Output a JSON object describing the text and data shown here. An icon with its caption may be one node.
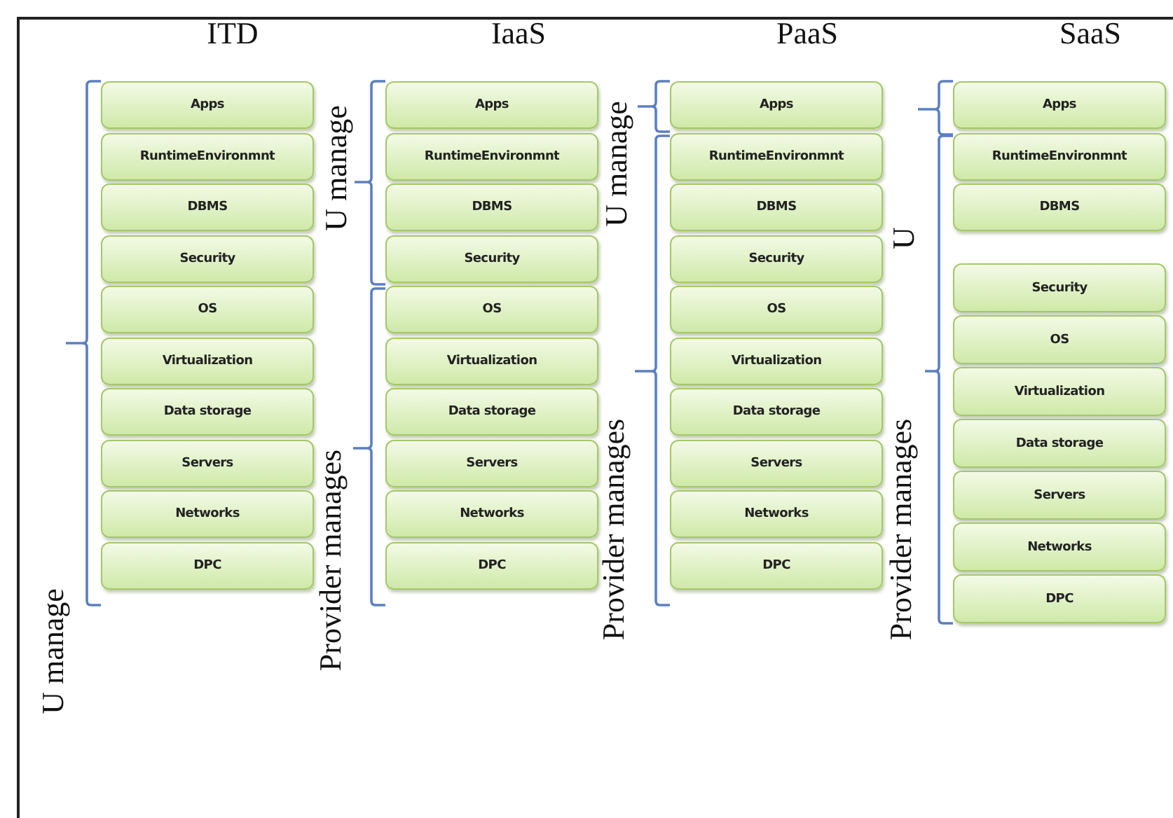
{
  "diagram": {
    "nodes": [
      {
        "text": [
          "Apps"
        ]
      },
      {
        "text": [
          "RuntimeEnvironmnt"
        ]
      },
      {
        "text": [
          "DBMS"
        ]
      },
      {
        "text": [
          "Security"
        ]
      },
      {
        "text": [
          "OS"
        ]
      },
      {
        "text": [
          "Virtualization"
        ]
      },
      {
        "text": [
          "Data storage"
        ]
      },
      {
        "text": [
          "Servers"
        ]
      },
      {
        "text": [
          "Networks"
        ]
      },
      {
        "text": [
          "DPC"
        ]
      },
      {
        "text": [
          "Apps"
        ]
      },
      {
        "text": [
          "RuntimeEnvironmnt"
        ]
      },
      {
        "text": [
          "DBMS"
        ]
      },
      {
        "text": [
          "Security"
        ]
      },
      {
        "text": [
          "OS"
        ]
      },
      {
        "text": [
          "Virtualization"
        ]
      },
      {
        "text": [
          "Data storage"
        ]
      },
      {
        "text": [
          "Servers"
        ]
      },
      {
        "text": [
          "Networks"
        ]
      },
      {
        "text": [
          "DPC"
        ]
      },
      {
        "text": [
          "Apps"
        ]
      },
      {
        "text": [
          "RuntimeEnvironmnt"
        ]
      },
      {
        "text": [
          "DBMS"
        ]
      },
      {
        "text": [
          "Security"
        ]
      },
      {
        "text": [
          "OS"
        ]
      },
      {
        "text": [
          "Virtualization"
        ]
      },
      {
        "text": [
          "Data storage"
        ]
      },
      {
        "text": [
          "Servers"
        ]
      },
      {
        "text": [
          "Networks"
        ]
      },
      {
        "text": [
          "DPC"
        ]
      },
      {
        "text": [
          "Apps"
        ]
      },
      {
        "text": [
          "RuntimeEnvironmnt"
        ]
      },
      {
        "text": [
          "DBMS"
        ]
      },
      {
        "text": [
          "Security"
        ]
      },
      {
        "text": [
          "OS"
        ]
      },
      {
        "text": [
          "Virtualization"
        ]
      },
      {
        "text": [
          "Data storage"
        ]
      },
      {
        "text": [
          "Servers"
        ]
      },
      {
        "text": [
          "Networks"
        ]
      },
      {
        "text": [
          "DPC"
        ]
      }
    ],
    "labels": [
      "ITD",
      "IaaS",
      "PaaS",
      "SaaS",
      "U manage",
      "U manage",
      "U",
      "Provider manages",
      "Provider manages",
      "Provider manages",
      "U manage"
    ]
  }
}
